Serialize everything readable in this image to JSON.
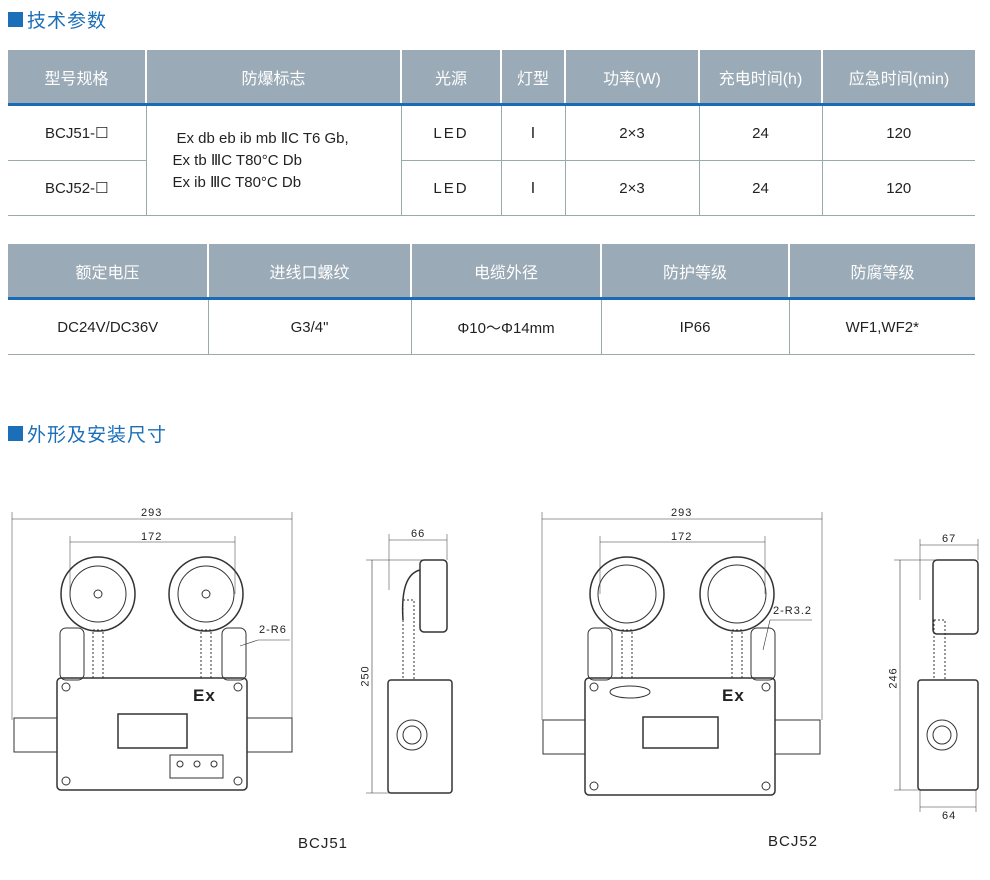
{
  "section1": {
    "title": "技术参数"
  },
  "table1": {
    "headers": [
      "型号规格",
      "防爆标志",
      "光源",
      "灯型",
      "功率(W)",
      "充电时间(h)",
      "应急时间(min)"
    ],
    "rows": [
      {
        "model": "BCJ51-☐",
        "light": "LED",
        "type": "Ⅰ",
        "power": "2×3",
        "charge": "24",
        "emergency": "120"
      },
      {
        "model": "BCJ52-☐",
        "light": "LED",
        "type": "Ⅰ",
        "power": "2×3",
        "charge": "24",
        "emergency": "120"
      }
    ],
    "ex_marking": [
      "Ex db eb ib mb ⅡC T6 Gb,",
      "Ex tb ⅢC  T80°C Db",
      "Ex ib ⅢC  T80°C Db"
    ]
  },
  "table2": {
    "headers": [
      "额定电压",
      "进线口螺纹",
      "电缆外径",
      "防护等级",
      "防腐等级"
    ],
    "row": [
      "DC24V/DC36V",
      "G3/4\"",
      "Φ10～Φ14mm",
      "IP66",
      "WF1,WF2*"
    ]
  },
  "section2": {
    "title": "外形及安装尺寸"
  },
  "drawings": {
    "bcj51": {
      "label": "BCJ51",
      "width": "293",
      "lamp_spacing": "172",
      "hole": "2-R6",
      "mark": "Ex",
      "depth": "66",
      "height": "250"
    },
    "bcj52": {
      "label": "BCJ52",
      "width": "293",
      "lamp_spacing": "172",
      "hole": "2-R3.2",
      "mark": "Ex",
      "depth": "67",
      "height": "246",
      "base_depth": "64"
    }
  }
}
